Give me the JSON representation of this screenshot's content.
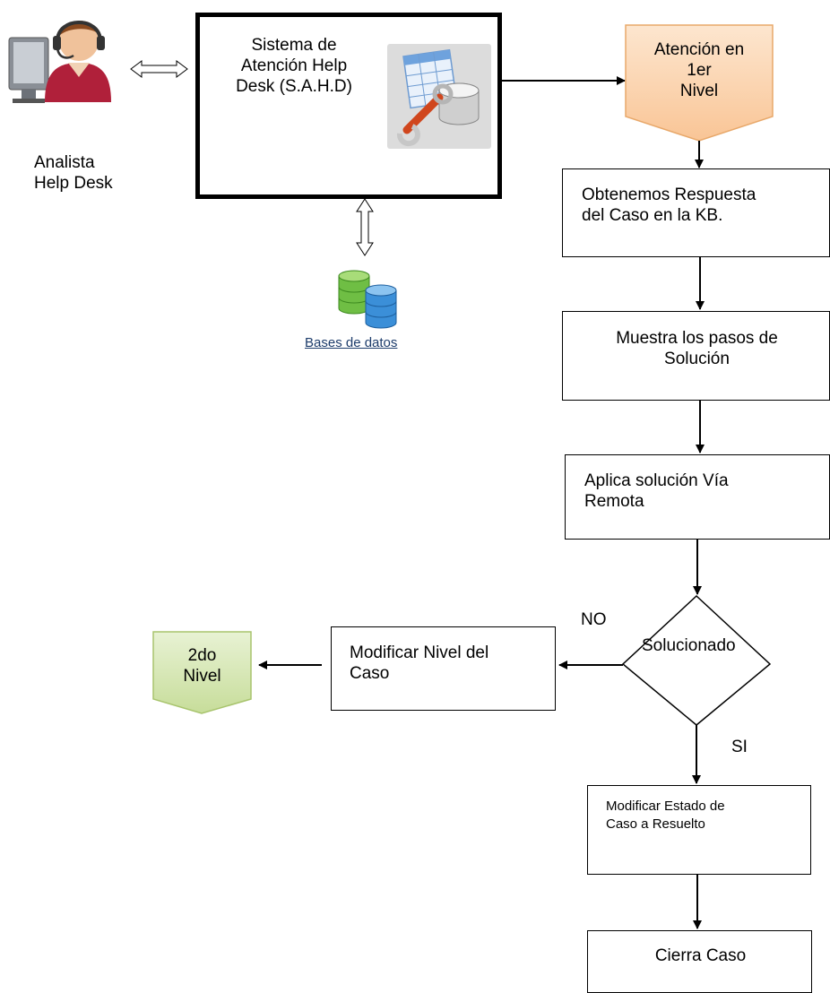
{
  "analyst": {
    "icon": "headset-operator-icon",
    "label_line1": "Analista",
    "label_line2": "Help Desk"
  },
  "system": {
    "line1": "Sistema de",
    "line2": "Atención Help",
    "line3": "Desk (S.A.H.D)",
    "icon": "table-wrench-database-icon"
  },
  "database": {
    "icon": "database-cylinders-icon",
    "label": "Bases de datos"
  },
  "level1": {
    "line1": "Atención en",
    "line2": "1er",
    "line3": "Nivel",
    "color": "#fbd3ad"
  },
  "step_kb": {
    "line1": "Obtenemos Respuesta",
    "line2": "del Caso en la KB."
  },
  "step_steps": {
    "line1": "Muestra los pasos de",
    "line2": "Solución"
  },
  "step_remote": {
    "line1": "Aplica solución Vía",
    "line2": "Remota"
  },
  "decision": {
    "label": "Solucionado",
    "no": "NO",
    "yes": "SI"
  },
  "step_modify_level": {
    "line1": "Modificar Nivel del",
    "line2": "Caso"
  },
  "level2": {
    "line1": "2do",
    "line2": "Nivel",
    "color": "#d6e7b4"
  },
  "step_resolved": {
    "line1": "Modificar Estado de",
    "line2": "Caso a Resuelto"
  },
  "step_close": {
    "label": "Cierra Caso"
  }
}
